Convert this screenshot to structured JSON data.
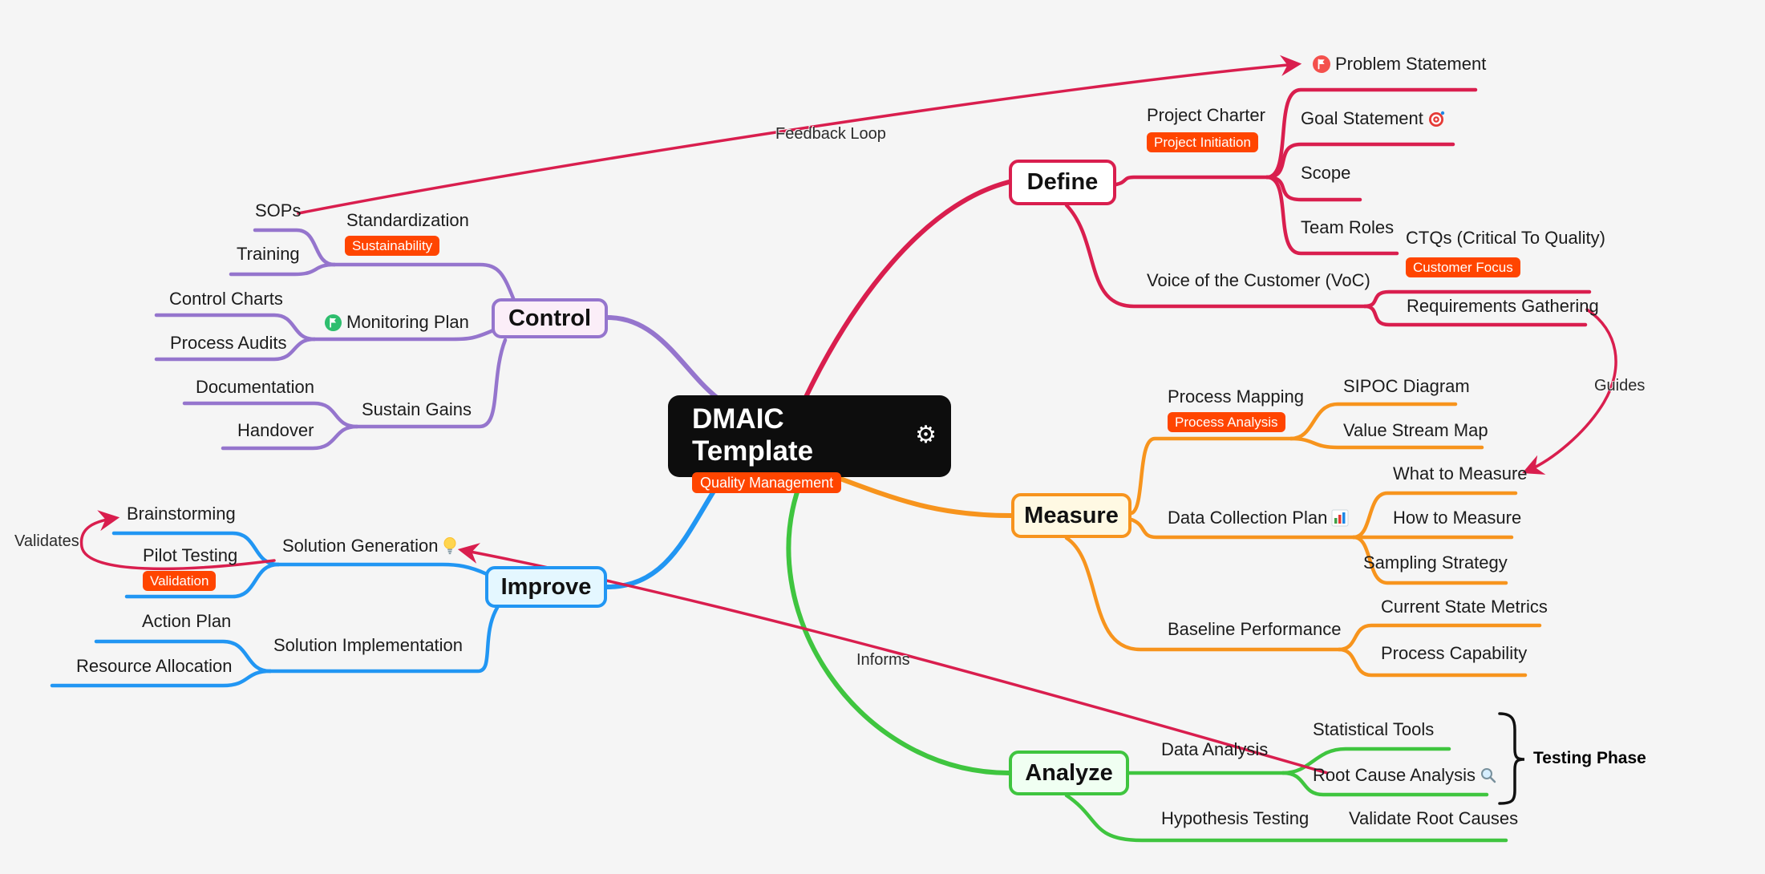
{
  "root": {
    "title": "DMAIC Template",
    "badge": "Quality Management"
  },
  "relations": {
    "feedback_loop": "Feedback Loop",
    "guides": "Guides",
    "informs": "Informs",
    "validates": "Validates",
    "testing_phase": "Testing Phase"
  },
  "define": {
    "node": "Define",
    "project_charter": "Project Charter",
    "project_charter_badge": "Project Initiation",
    "problem_statement": "Problem Statement",
    "goal_statement": "Goal Statement",
    "scope": "Scope",
    "team_roles": "Team Roles",
    "voc": "Voice of the Customer (VoC)",
    "ctqs": "CTQs (Critical To Quality)",
    "ctqs_badge": "Customer Focus",
    "requirements_gathering": "Requirements Gathering"
  },
  "measure": {
    "node": "Measure",
    "process_mapping": "Process Mapping",
    "process_mapping_badge": "Process Analysis",
    "sipoc_diagram": "SIPOC Diagram",
    "value_stream_map": "Value Stream Map",
    "data_collection_plan": "Data Collection Plan",
    "what_to_measure": "What to Measure",
    "how_to_measure": "How to Measure",
    "sampling_strategy": "Sampling Strategy",
    "baseline_performance": "Baseline Performance",
    "current_state_metrics": "Current State Metrics",
    "process_capability": "Process Capability"
  },
  "analyze": {
    "node": "Analyze",
    "data_analysis": "Data Analysis",
    "statistical_tools": "Statistical Tools",
    "root_cause_analysis": "Root Cause Analysis",
    "hypothesis_testing": "Hypothesis Testing",
    "validate_root_causes": "Validate Root Causes"
  },
  "improve": {
    "node": "Improve",
    "solution_generation": "Solution Generation",
    "brainstorming": "Brainstorming",
    "pilot_testing": "Pilot Testing",
    "pilot_testing_badge": "Validation",
    "solution_implementation": "Solution Implementation",
    "action_plan": "Action Plan",
    "resource_allocation": "Resource Allocation"
  },
  "control": {
    "node": "Control",
    "standardization": "Standardization",
    "standardization_badge": "Sustainability",
    "sops": "SOPs",
    "training": "Training",
    "monitoring_plan": "Monitoring Plan",
    "control_charts": "Control Charts",
    "process_audits": "Process Audits",
    "sustain_gains": "Sustain Gains",
    "documentation": "Documentation",
    "handover": "Handover"
  },
  "colors": {
    "define": "#D91E4E",
    "measure": "#F7941D",
    "analyze": "#3FC53F",
    "improve": "#2196F3",
    "control": "#9575CD",
    "badge": "#FF4500",
    "background": "#F5F5F5"
  }
}
